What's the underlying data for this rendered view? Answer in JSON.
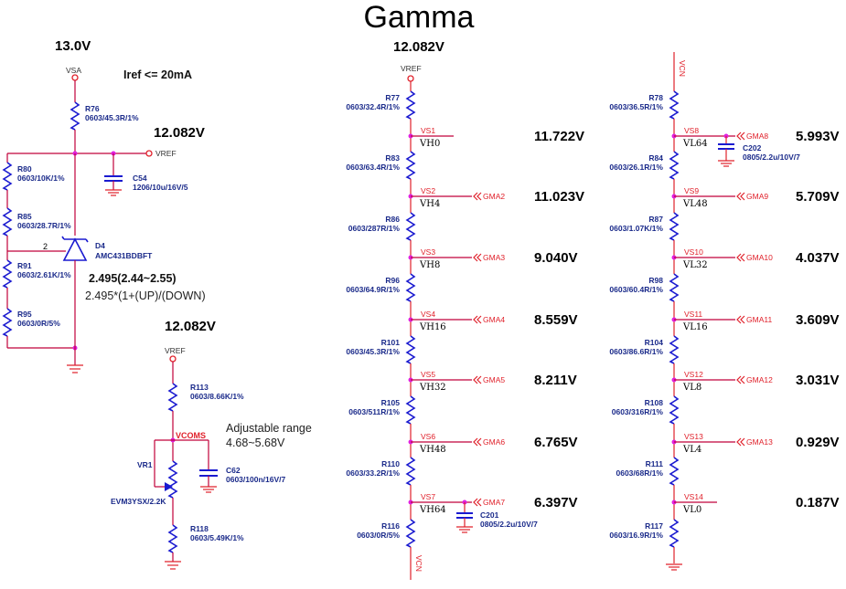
{
  "title": "Gamma",
  "reference_section": {
    "supply_voltage": "13.0V",
    "supply_port": "VSA",
    "current_note": "Iref <= 20mA",
    "vref_voltage": "12.082V",
    "vref_port": "VREF",
    "components": {
      "R76": {
        "ref": "R76",
        "value": "0603/45.3R/1%"
      },
      "R80": {
        "ref": "R80",
        "value": "0603/10K/1%"
      },
      "R85": {
        "ref": "R85",
        "value": "0603/28.7R/1%"
      },
      "R91": {
        "ref": "R91",
        "value": "0603/2.61K/1%"
      },
      "R95": {
        "ref": "R95",
        "value": "0603/0R/5%"
      },
      "C54": {
        "ref": "C54",
        "value": "1206/10u/16V/5"
      },
      "D4": {
        "ref": "D4",
        "value": "AMC431BDBFT",
        "pin": "2"
      }
    },
    "formula_line1": "2.495(2.44~2.55)",
    "formula_line2": "2.495*(1+(UP)/(DOWN)"
  },
  "vcom_section": {
    "vref_voltage": "12.082V",
    "vref_port": "VREF",
    "net_label": "VCOMS",
    "range_label": "Adjustable range",
    "range_value": "4.68~5.68V",
    "components": {
      "R113": {
        "ref": "R113",
        "value": "0603/8.66K/1%"
      },
      "VR1": {
        "ref": "VR1",
        "value": "EVM3YSX/2.2K"
      },
      "C62": {
        "ref": "C62",
        "value": "0603/100n/16V/7"
      },
      "R118": {
        "ref": "R118",
        "value": "0603/5.49K/1%"
      }
    }
  },
  "high_ladder": {
    "top_voltage": "12.082V",
    "top_port": "VREF",
    "bottom_net": "VCN",
    "resistors": [
      {
        "ref": "R77",
        "value": "0603/32.4R/1%"
      },
      {
        "ref": "R83",
        "value": "0603/63.4R/1%"
      },
      {
        "ref": "R86",
        "value": "0603/287R/1%"
      },
      {
        "ref": "R96",
        "value": "0603/64.9R/1%"
      },
      {
        "ref": "R101",
        "value": "0603/45.3R/1%"
      },
      {
        "ref": "R105",
        "value": "0603/511R/1%"
      },
      {
        "ref": "R110",
        "value": "0603/33.2R/1%"
      },
      {
        "ref": "R116",
        "value": "0603/0R/5%"
      }
    ],
    "taps": [
      {
        "net": "VS1",
        "gamma": "VH0",
        "port": "",
        "voltage": "11.722V"
      },
      {
        "net": "VS2",
        "gamma": "VH4",
        "port": "GMA2",
        "voltage": "11.023V"
      },
      {
        "net": "VS3",
        "gamma": "VH8",
        "port": "GMA3",
        "voltage": "9.040V"
      },
      {
        "net": "VS4",
        "gamma": "VH16",
        "port": "GMA4",
        "voltage": "8.559V"
      },
      {
        "net": "VS5",
        "gamma": "VH32",
        "port": "GMA5",
        "voltage": "8.211V"
      },
      {
        "net": "VS6",
        "gamma": "VH48",
        "port": "GMA6",
        "voltage": "6.765V"
      },
      {
        "net": "VS7",
        "gamma": "VH64",
        "port": "GMA7",
        "voltage": "6.397V"
      }
    ],
    "capacitor": {
      "ref": "C201",
      "value": "0805/2.2u/10V/7"
    }
  },
  "low_ladder": {
    "top_net": "VCN",
    "resistors": [
      {
        "ref": "R78",
        "value": "0603/36.5R/1%"
      },
      {
        "ref": "R84",
        "value": "0603/26.1R/1%"
      },
      {
        "ref": "R87",
        "value": "0603/1.07K/1%"
      },
      {
        "ref": "R98",
        "value": "0603/60.4R/1%"
      },
      {
        "ref": "R104",
        "value": "0603/86.6R/1%"
      },
      {
        "ref": "R108",
        "value": "0603/316R/1%"
      },
      {
        "ref": "R111",
        "value": "0603/68R/1%"
      },
      {
        "ref": "R117",
        "value": "0603/16.9R/1%"
      }
    ],
    "taps": [
      {
        "net": "VS8",
        "gamma": "VL64",
        "port": "GMA8",
        "voltage": "5.993V"
      },
      {
        "net": "VS9",
        "gamma": "VL48",
        "port": "GMA9",
        "voltage": "5.709V"
      },
      {
        "net": "VS10",
        "gamma": "VL32",
        "port": "GMA10",
        "voltage": "4.037V"
      },
      {
        "net": "VS11",
        "gamma": "VL16",
        "port": "GMA11",
        "voltage": "3.609V"
      },
      {
        "net": "VS12",
        "gamma": "VL8",
        "port": "GMA12",
        "voltage": "3.031V"
      },
      {
        "net": "VS13",
        "gamma": "VL4",
        "port": "GMA13",
        "voltage": "0.929V"
      },
      {
        "net": "VS14",
        "gamma": "VL0",
        "port": "",
        "voltage": "0.187V"
      }
    ],
    "capacitor": {
      "ref": "C202",
      "value": "0805/2.2u/10V/7"
    }
  }
}
